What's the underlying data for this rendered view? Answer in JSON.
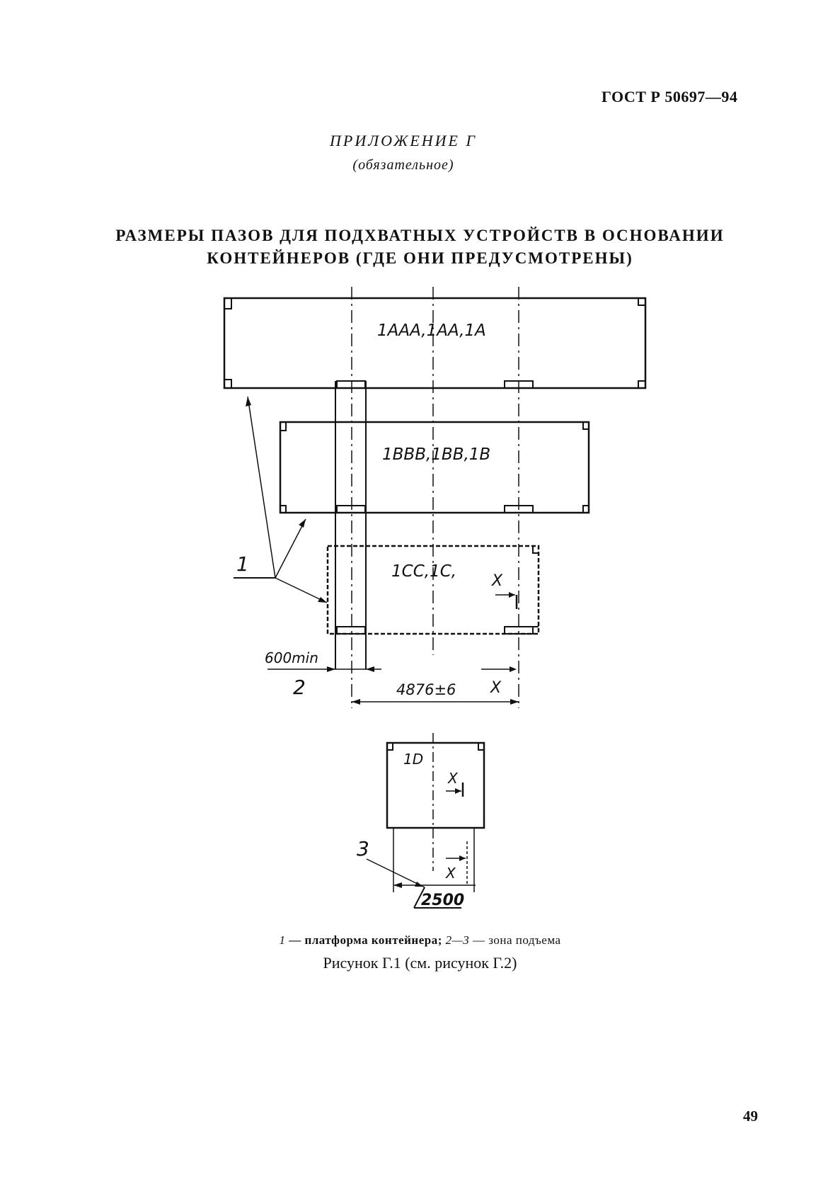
{
  "header": {
    "standard": "ГОСТ Р 50697—94"
  },
  "appendix": {
    "title": "ПРИЛОЖЕНИЕ Г",
    "subtitle": "(обязательное)"
  },
  "heading": {
    "line1": "РАЗМЕРЫ ПАЗОВ ДЛЯ ПОДХВАТНЫХ УСТРОЙСТВ В ОСНОВАНИИ",
    "line2": "КОНТЕЙНЕРОВ (ГДЕ ОНИ ПРЕДУСМОТРЕНЫ)"
  },
  "figure": {
    "containers": [
      "1AAA,1AA,1A",
      "1BBB,1BB,1B",
      "1CC,1C,",
      "1D"
    ],
    "callouts": {
      "platform": "1",
      "zone_start": "2",
      "zone_end": "3",
      "section": "X"
    },
    "dimensions": {
      "min_gap": "600min",
      "slot_span": "4876±6",
      "short_span": "2500"
    }
  },
  "legend": {
    "n1": "1",
    "t1": " — платформа контейнера; ",
    "n2": "2—3",
    "t2": " — зона  подъема"
  },
  "caption": "Рисунок Г.1 (см. рисунок Г.2)",
  "page_number": "49"
}
